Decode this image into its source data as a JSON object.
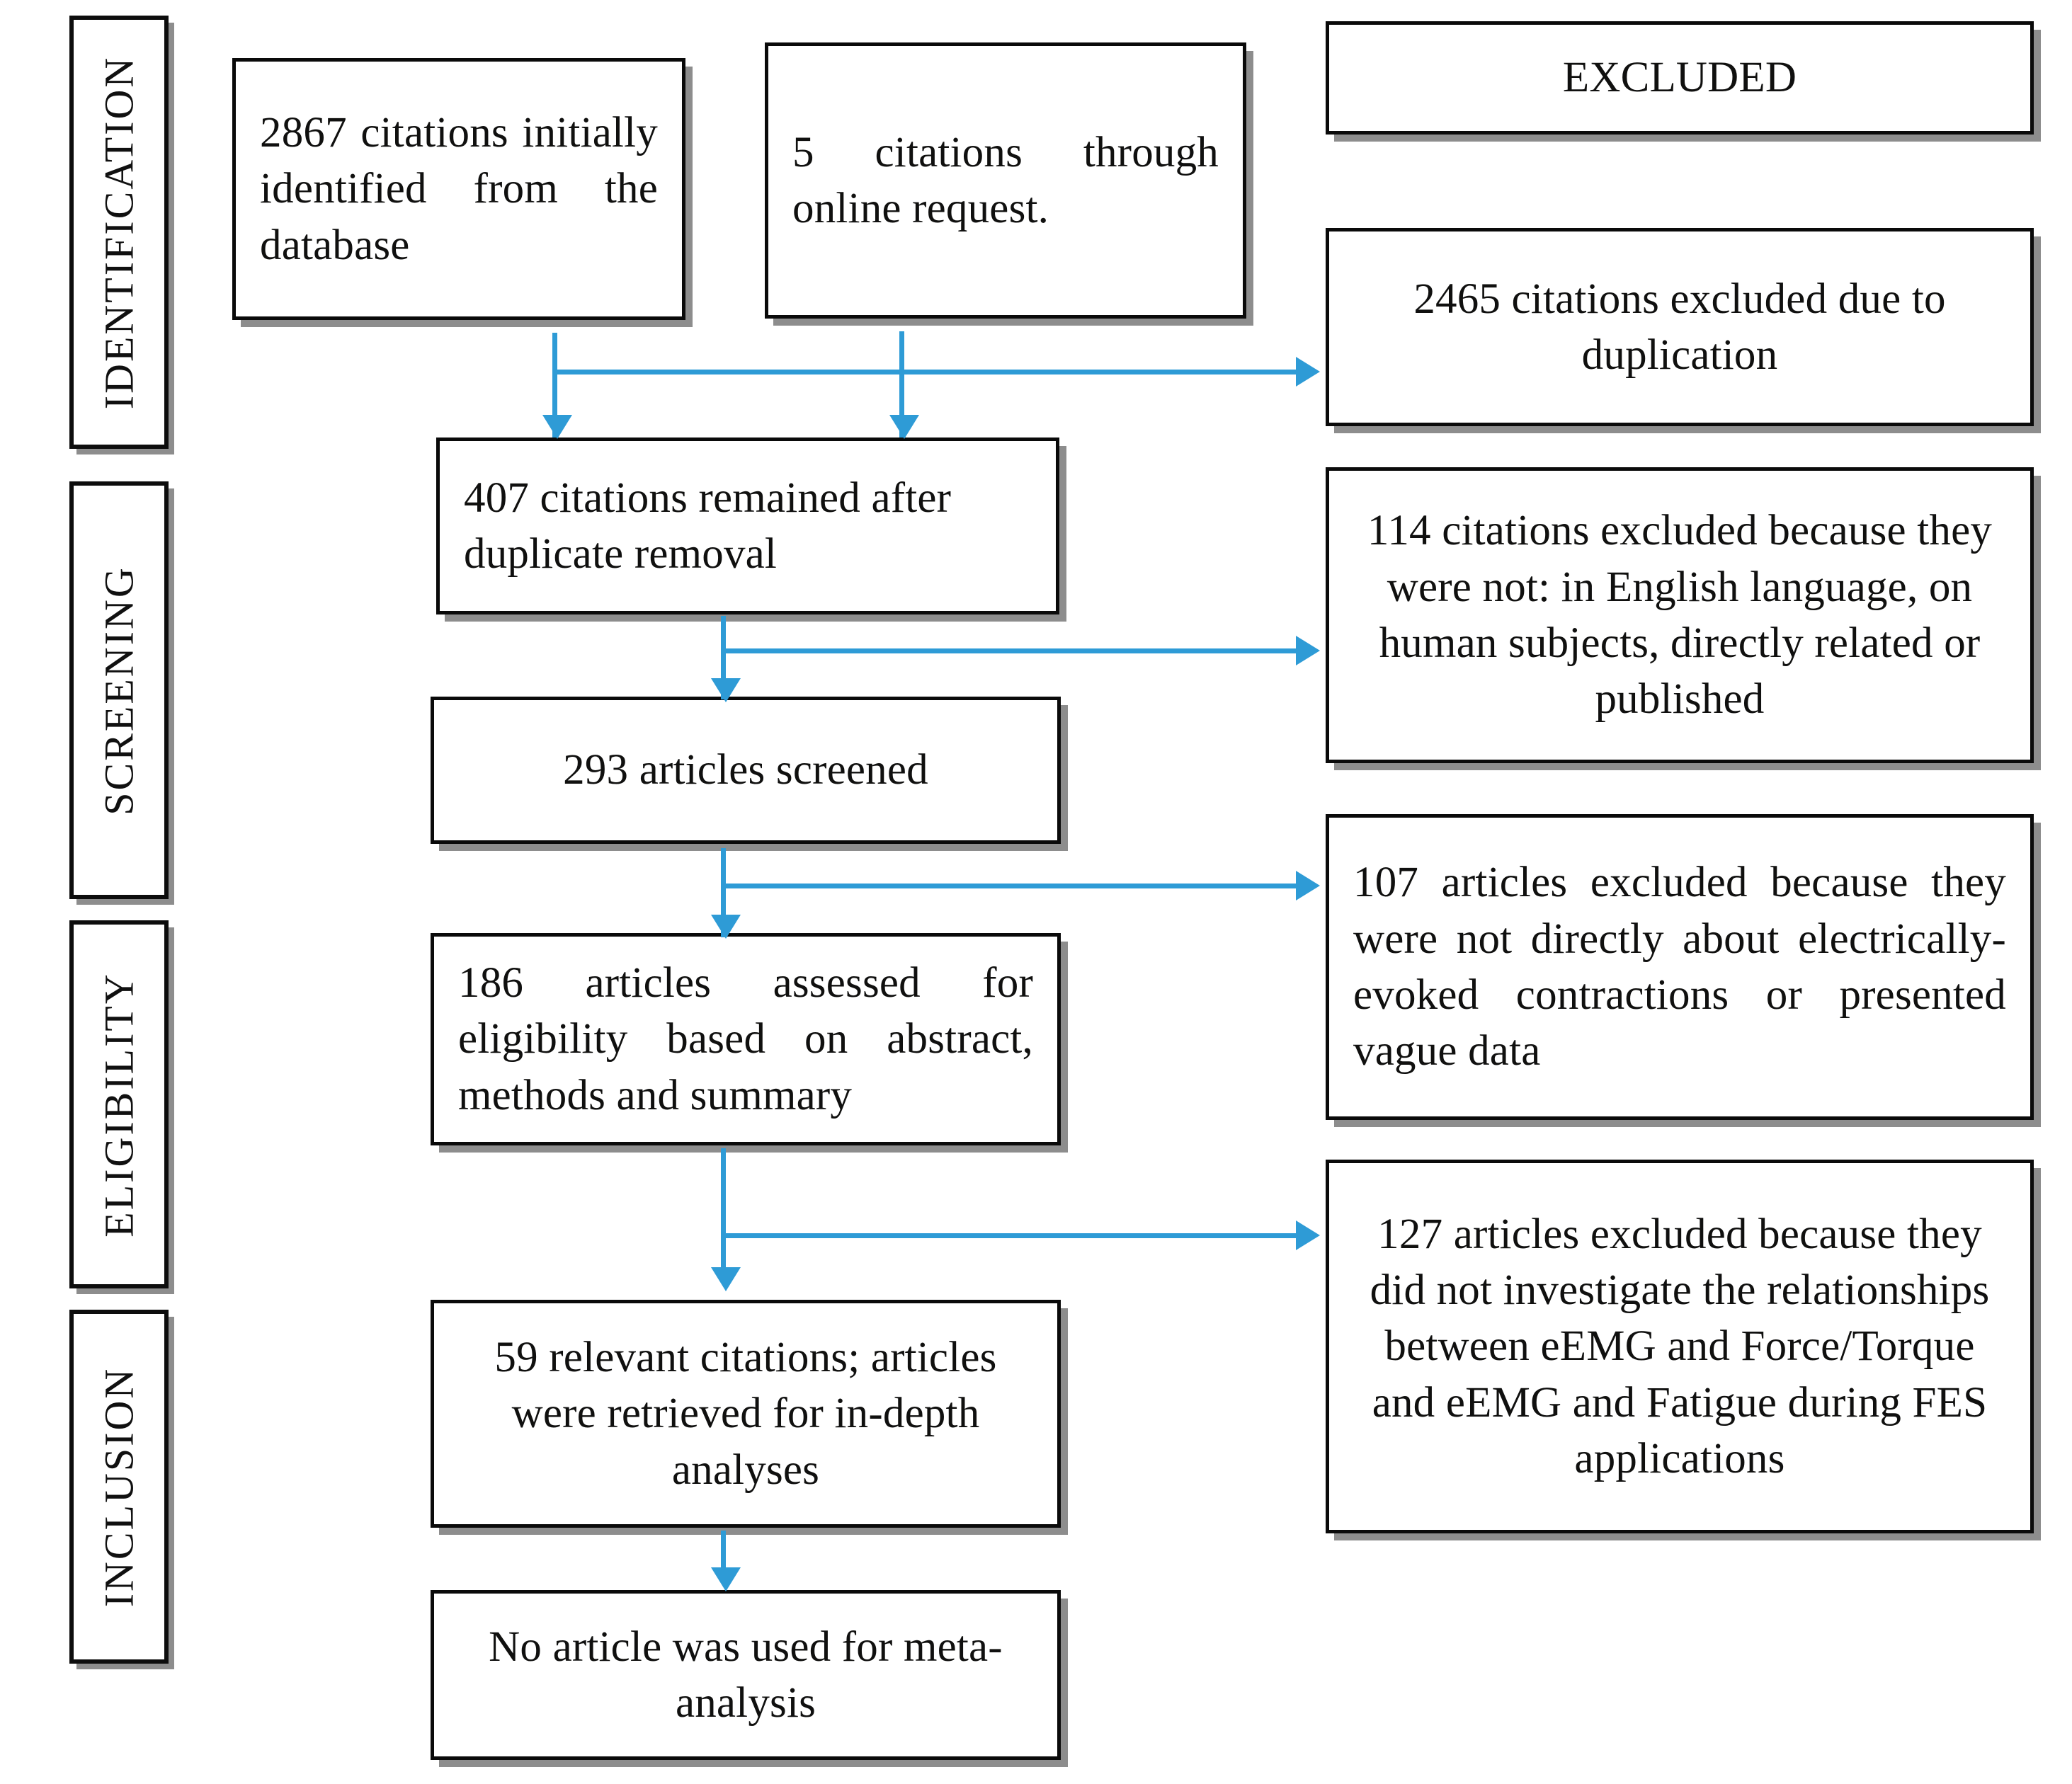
{
  "diagram": {
    "title": "PRISMA study selection flow diagram",
    "accent_color": "#2e9bd6",
    "box_border_color": "#0a0a0a",
    "box_shadow_color": "#8d8d8d"
  },
  "phases": [
    {
      "id": "identification",
      "label": "IDENTIFICATION"
    },
    {
      "id": "screening",
      "label": "SCREENING"
    },
    {
      "id": "eligibility",
      "label": "ELIGIBILITY"
    },
    {
      "id": "inclusion",
      "label": "INCLUSION"
    }
  ],
  "sources": [
    {
      "id": "database-citations",
      "text": "2867 citations initially identified from the database"
    },
    {
      "id": "online-request",
      "text": "5 citations through online request."
    }
  ],
  "flow": [
    {
      "id": "after-duplicate-removal",
      "text": "407 citations remained after duplicate removal"
    },
    {
      "id": "screened",
      "text": "293 articles screened"
    },
    {
      "id": "assessed-eligibility",
      "text": "186 articles assessed for eligibility based on abstract, methods and summary"
    },
    {
      "id": "relevant-citations",
      "text": "59 relevant citations; articles were retrieved for in-depth analyses"
    },
    {
      "id": "meta-analysis",
      "text": "No article was used for meta-analysis"
    }
  ],
  "excluded": {
    "header": "EXCLUDED",
    "items": [
      {
        "id": "duplication",
        "text": "2465 citations excluded due to duplication"
      },
      {
        "id": "not-eligible",
        "text": "114 citations excluded because they were not: in English language, on human subjects, directly related or published"
      },
      {
        "id": "not-eemg",
        "text": "107 articles excluded because they were not directly about electrically-evoked contractions or presented vague data"
      },
      {
        "id": "no-relationship",
        "text": "127 articles excluded because they did not investigate the relationships between eEMG and Force/Torque and eEMG and Fatigue during FES applications"
      }
    ]
  }
}
